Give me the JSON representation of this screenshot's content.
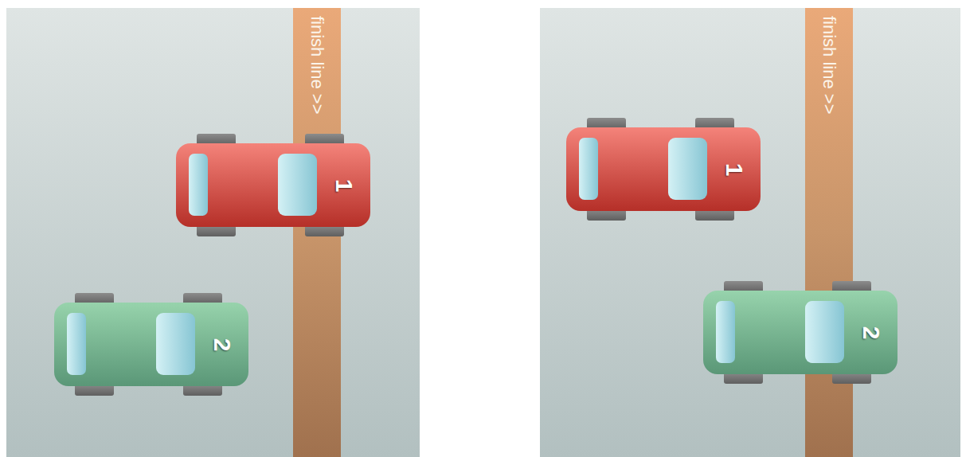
{
  "diagram": {
    "nodes": [
      {
        "text": [
          "finish line >>"
        ]
      },
      {
        "text": [
          "1"
        ]
      },
      {
        "text": [
          "2"
        ]
      },
      {
        "text": [
          "finish line >>"
        ]
      },
      {
        "text": [
          "1"
        ]
      },
      {
        "text": [
          "2"
        ]
      }
    ]
  }
}
